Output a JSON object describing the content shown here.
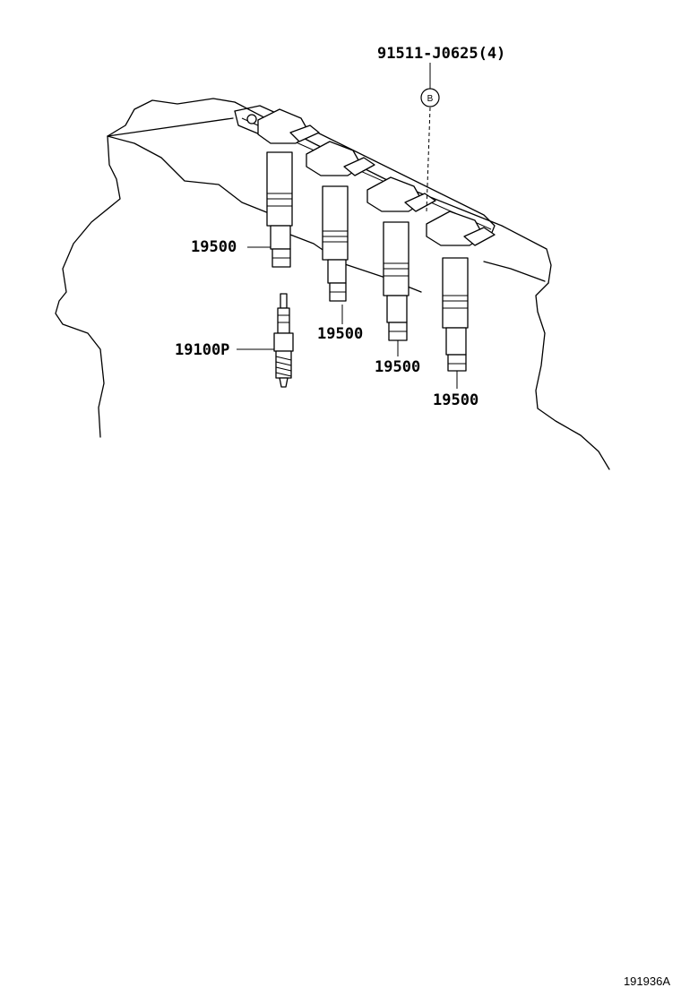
{
  "diagram": {
    "callouts": {
      "bolt": "91511-J0625(4)",
      "coil_1": "19500",
      "coil_2": "19500",
      "coil_3": "19500",
      "coil_4": "19500",
      "spark_plug": "19100P"
    },
    "reference_marker": "B",
    "figure_code": "191936A"
  }
}
